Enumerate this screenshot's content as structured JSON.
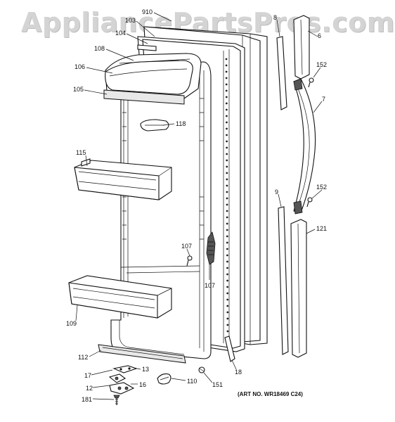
{
  "watermark": "AppliancePartsPros.com",
  "art_number": "(ART NO. WR18469 C24)",
  "labels": {
    "p910": "910",
    "p103": "103",
    "p104": "104",
    "p108": "108",
    "p106": "106",
    "p105": "105",
    "p118": "118",
    "p115": "115",
    "p107a": "107",
    "p107b": "107",
    "p109": "109",
    "p112": "112",
    "p17": "17",
    "p13": "13",
    "p12": "12",
    "p16": "16",
    "p181": "181",
    "p110": "110",
    "p151": "151",
    "p18": "18",
    "p8": "8",
    "p6": "6",
    "p152a": "152",
    "p7": "7",
    "p9": "9",
    "p152b": "152",
    "p121": "121"
  }
}
